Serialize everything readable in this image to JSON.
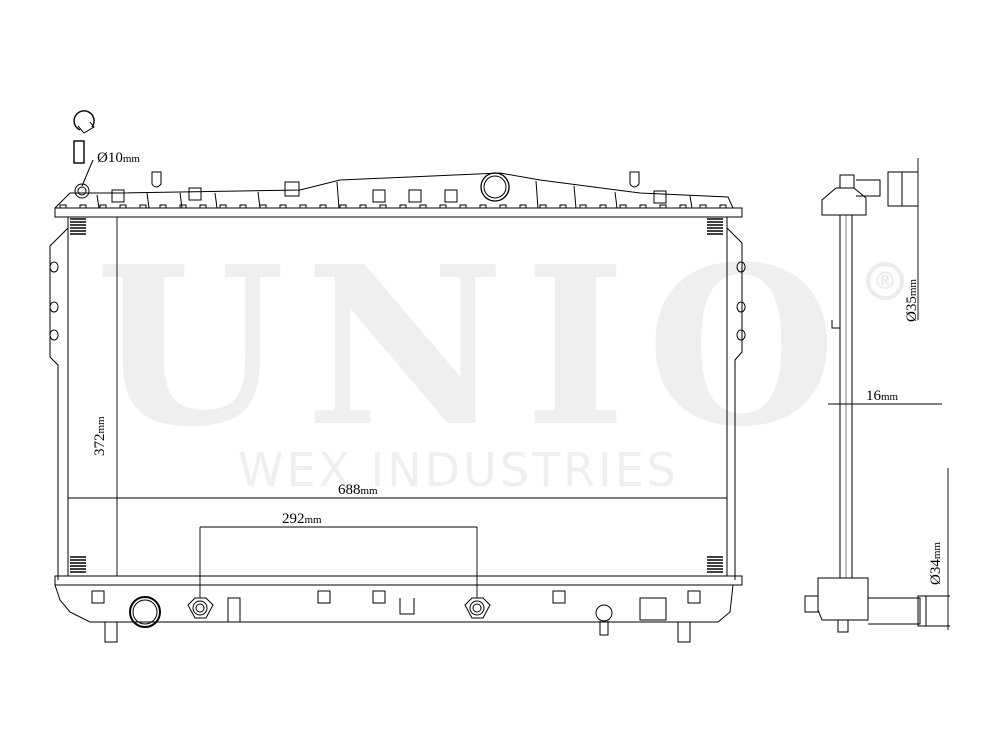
{
  "watermark": {
    "brand": "UNIO",
    "registered": "®",
    "subtitle": "WEX INDUSTRIES",
    "color": "#efefef"
  },
  "drawing": {
    "subject": "radiator",
    "line_color": "#000000",
    "front_view": {
      "dimensions": {
        "width": {
          "value": "688",
          "unit": "mm"
        },
        "height": {
          "value": "372",
          "unit": "mm"
        },
        "port_spacing": {
          "value": "292",
          "unit": "mm"
        },
        "fitting_diameter": {
          "value": "Ø10",
          "unit": "mm"
        }
      }
    },
    "side_view": {
      "dimensions": {
        "inlet_diameter": {
          "value": "Ø35",
          "unit": "mm"
        },
        "core_thickness": {
          "value": "16",
          "unit": "mm"
        },
        "outlet_diameter": {
          "value": "Ø34",
          "unit": "mm"
        }
      }
    }
  }
}
